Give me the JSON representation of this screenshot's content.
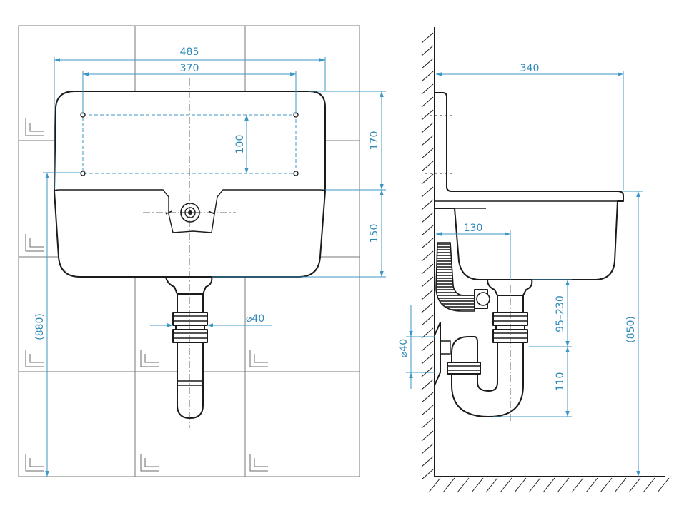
{
  "front_view": {
    "dimensions": {
      "overall_width": "485",
      "mounting_holes_width": "370",
      "mounting_holes_height": "100",
      "upper_height": "170",
      "lower_height": "150",
      "total_height": "(880)",
      "outlet_diameter": "⌀40"
    }
  },
  "side_view": {
    "dimensions": {
      "depth": "340",
      "outlet_offset": "130",
      "trap_range": "95–230",
      "trap_height": "110",
      "wall_outlet_diameter": "⌀40",
      "floor_height": "(850)"
    }
  },
  "colors": {
    "dimension": "#3d97c6",
    "outline": "#1b1b1b",
    "tiles": "#7a7a7a"
  }
}
